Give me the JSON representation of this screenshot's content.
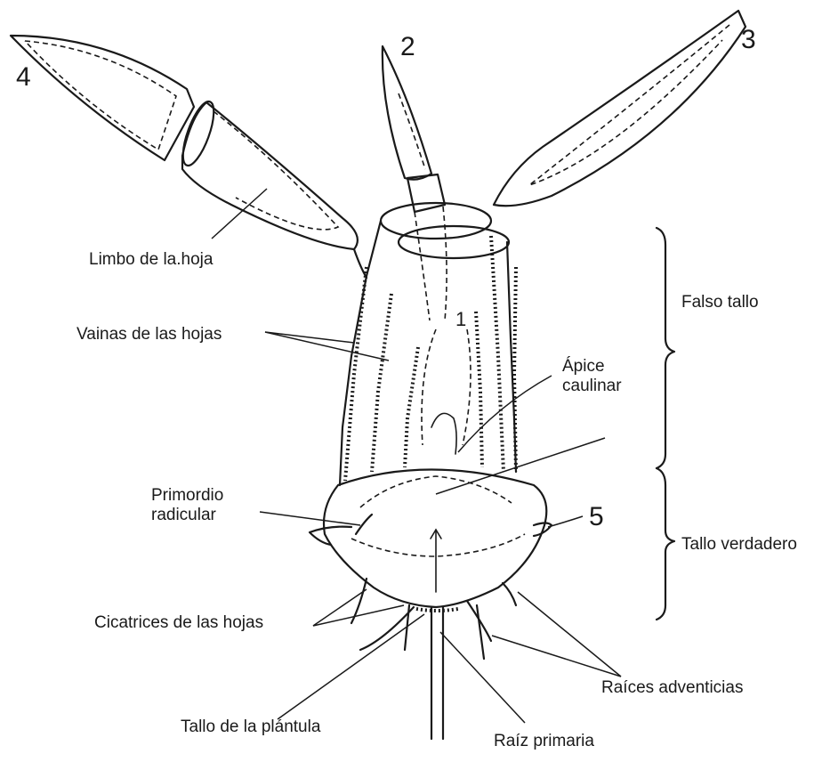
{
  "labels": {
    "limbo": "Limbo de la.hoja",
    "vainas": "Vainas de las hojas",
    "apice_line1": "Ápice",
    "apice_line2": "caulinar",
    "primordio_line1": "Primordio",
    "primordio_line2": "radicular",
    "cicatrices": "Cicatrices de las hojas",
    "tallo_plantula": "Tallo de la plántula",
    "raiz_primaria": "Raíz primaria",
    "raices_adventicias": "Raíces adventicias",
    "falso_tallo": "Falso tallo",
    "tallo_verdadero": "Tallo verdadero"
  },
  "leaf_numbers": {
    "n1": "1",
    "n2": "2",
    "n3": "3",
    "n4": "4",
    "n5": "5"
  }
}
